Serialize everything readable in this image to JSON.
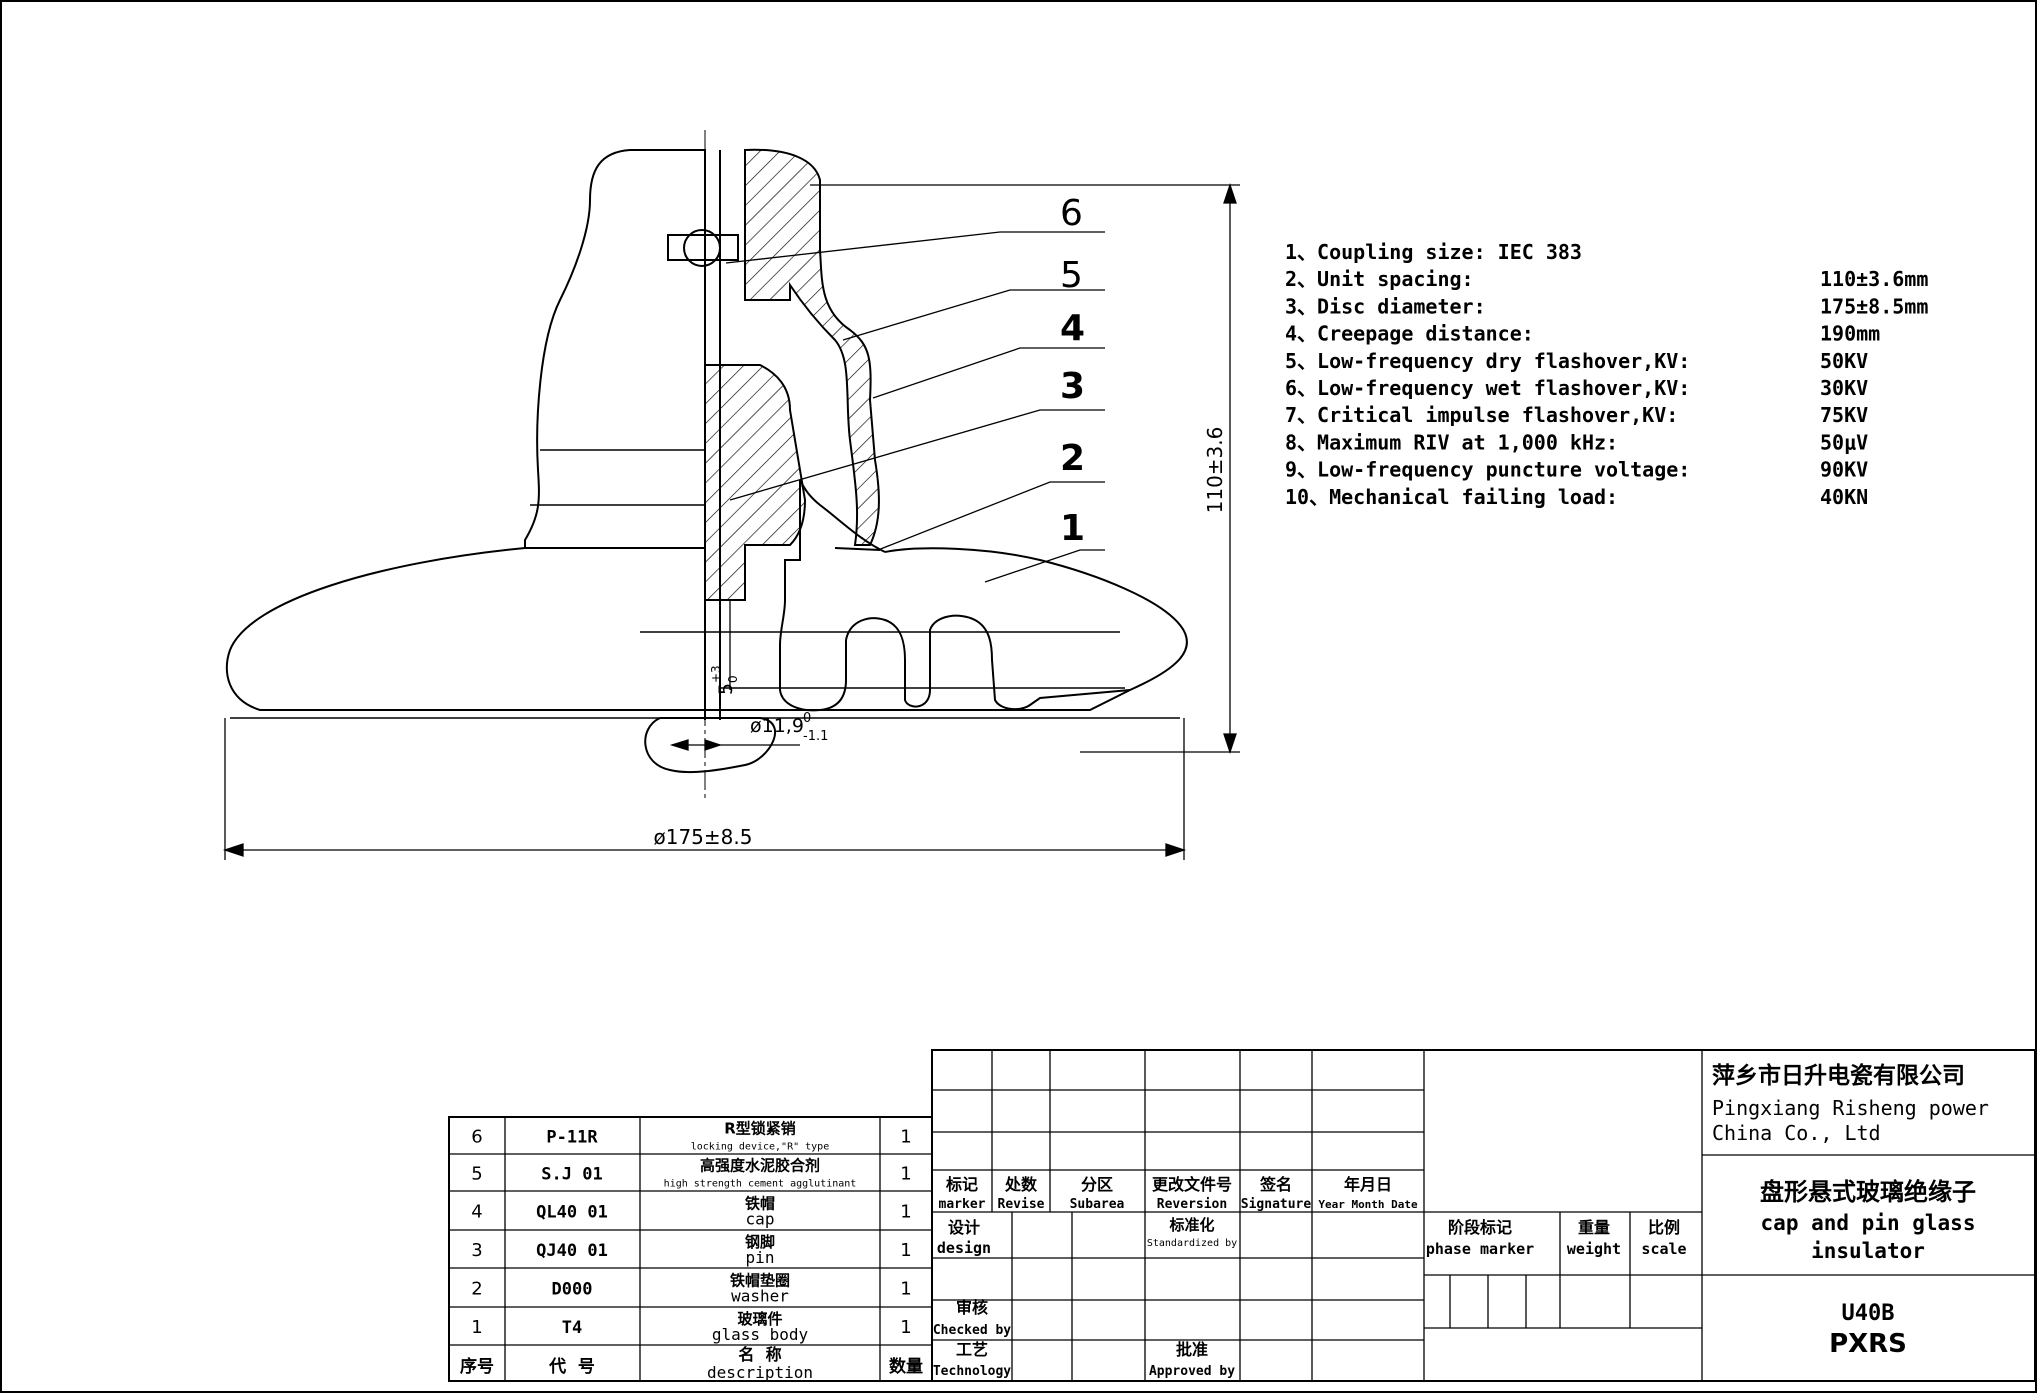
{
  "callouts": [
    "6",
    "5",
    "4",
    "3",
    "2",
    "1"
  ],
  "dimensions": {
    "height": "110±3.6",
    "diameter": "ø175±8.5",
    "pin_diameter_base": "ø11,9",
    "pin_diameter_sup": "0",
    "pin_diameter_sub": "-1.1",
    "gap_base": "5",
    "gap_sup": "+3",
    "gap_sub": "0"
  },
  "specs": [
    {
      "label": "1、Coupling size: IEC 383",
      "value": ""
    },
    {
      "label": "2、Unit spacing:",
      "value": "110±3.6mm"
    },
    {
      "label": "3、Disc diameter:",
      "value": "175±8.5mm"
    },
    {
      "label": "4、Creepage distance:",
      "value": "190mm"
    },
    {
      "label": "5、Low-frequency dry flashover,KV:",
      "value": "50KV"
    },
    {
      "label": "6、Low-frequency wet flashover,KV:",
      "value": "30KV"
    },
    {
      "label": "7、Critical impulse flashover,KV:",
      "value": "75KV"
    },
    {
      "label": "8、Maximum RIV at 1,000 kHz:",
      "value": "50μV"
    },
    {
      "label": "9、Low-frequency puncture voltage:",
      "value": "90KV"
    },
    {
      "label": "10、Mechanical failing load:",
      "value": "40KN"
    }
  ],
  "bom": {
    "rows": [
      {
        "no": "6",
        "code": "P-11R",
        "cn": "R型锁紧销",
        "en": "locking device,\"R\" type",
        "qty": "1"
      },
      {
        "no": "5",
        "code": "S.J 01",
        "cn": "高强度水泥胶合剂",
        "en": "high strength cement agglutinant",
        "qty": "1"
      },
      {
        "no": "4",
        "code": "QL40 01",
        "cn": "铁帽",
        "en": "cap",
        "qty": "1"
      },
      {
        "no": "3",
        "code": "QJ40 01",
        "cn": "钢脚",
        "en": "pin",
        "qty": "1"
      },
      {
        "no": "2",
        "code": "D000",
        "cn": "铁帽垫圈",
        "en": "washer",
        "qty": "1"
      },
      {
        "no": "1",
        "code": "T4",
        "cn": "玻璃件",
        "en": "glass body",
        "qty": "1"
      }
    ],
    "header": {
      "no": "序号",
      "code": "代  号",
      "name_cn": "名  称",
      "name_en": "description",
      "qty": "数量"
    }
  },
  "title_block": {
    "revision_headers": [
      {
        "cn": "标记",
        "en": "marker"
      },
      {
        "cn": "处数",
        "en": "Revise"
      },
      {
        "cn": "分区",
        "en": "Subarea"
      },
      {
        "cn": "更改文件号",
        "en": "Reversion"
      },
      {
        "cn": "签名",
        "en": "Signature"
      },
      {
        "cn": "年月日",
        "en": "Year Month Date"
      }
    ],
    "design": {
      "cn": "设计",
      "en": "design"
    },
    "standardized": {
      "cn": "标准化",
      "en": "Standardized by"
    },
    "checked": {
      "cn": "审核",
      "en": "Checked by"
    },
    "technology": {
      "cn": "工艺",
      "en": "Technology"
    },
    "approved": {
      "cn": "批准",
      "en": "Approved by"
    },
    "phase_marker": {
      "cn": "阶段标记",
      "en": "phase marker"
    },
    "weight": {
      "cn": "重量",
      "en": "weight"
    },
    "scale": {
      "cn": "比例",
      "en": "scale"
    },
    "company_cn": "萍乡市日升电瓷有限公司",
    "company_en_1": "Pingxiang Risheng power",
    "company_en_2": "China Co., Ltd",
    "product_cn": "盘形悬式玻璃绝缘子",
    "product_en_1": "cap and pin glass",
    "product_en_2": "insulator",
    "model": "U40B",
    "brand": "PXRS"
  }
}
